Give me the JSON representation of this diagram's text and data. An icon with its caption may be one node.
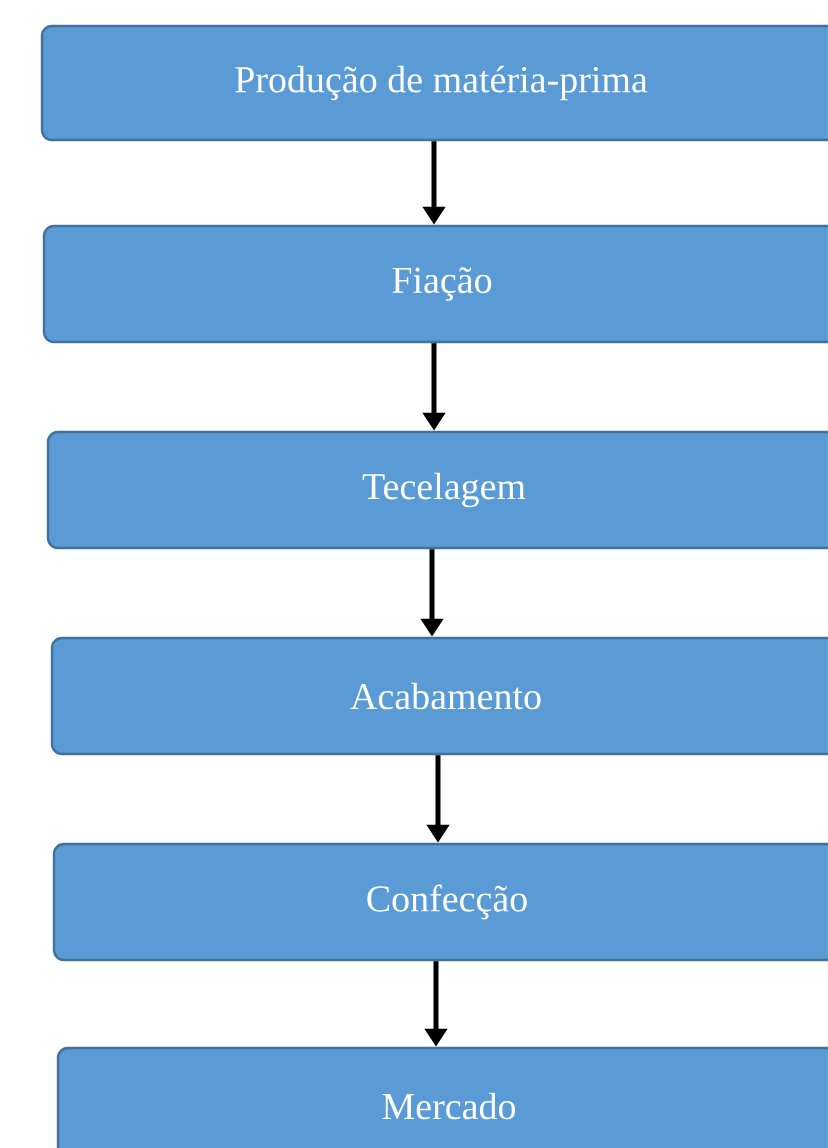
{
  "diagram": {
    "nodes": [
      {
        "text": [
          "Produção de matéria-prima"
        ]
      },
      {
        "text": [
          "Fiação"
        ]
      },
      {
        "text": [
          "Tecelagem"
        ]
      },
      {
        "text": [
          "Acabamento"
        ]
      },
      {
        "text": [
          "Confecção"
        ]
      },
      {
        "text": [
          "Mercado"
        ]
      }
    ],
    "edges": [
      {
        "from": 0,
        "to": 1,
        "arrow": "to"
      },
      {
        "from": 1,
        "to": 2,
        "arrow": "to"
      },
      {
        "from": 2,
        "to": 3,
        "arrow": "to"
      },
      {
        "from": 3,
        "to": 4,
        "arrow": "to"
      },
      {
        "from": 4,
        "to": 5,
        "arrow": "to"
      }
    ]
  }
}
